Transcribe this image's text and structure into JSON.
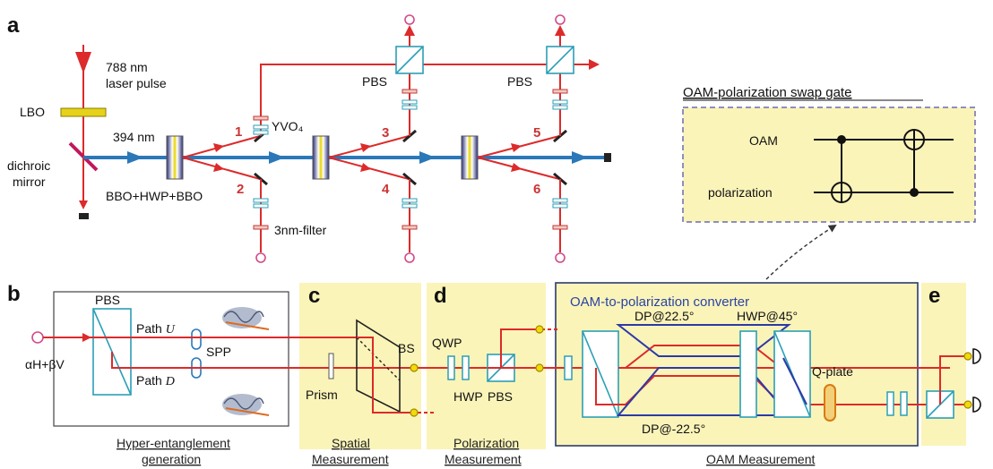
{
  "panels": {
    "a": "a",
    "b": "b",
    "c": "c",
    "d": "d",
    "e": "e"
  },
  "source": {
    "laser_line1": "788 nm",
    "laser_line2": "laser pulse",
    "lbo": "LBO",
    "wavelength_394": "394 nm",
    "dichroic_line1": "dichroic",
    "dichroic_line2": "mirror",
    "bbo_hwp_bbo": "BBO+HWP+BBO",
    "yvo4": "YVO₄",
    "filter": "3nm-filter",
    "pbs_1": "PBS",
    "pbs_2": "PBS",
    "paths": [
      "1",
      "2",
      "3",
      "4",
      "5",
      "6"
    ]
  },
  "swap_gate": {
    "title": "OAM-polarization swap gate",
    "oam": "OAM",
    "polarization": "polarization"
  },
  "hyper": {
    "input_state": "αH+βV",
    "pbs": "PBS",
    "path_u": "Path ",
    "path_u_var": "U",
    "path_d": "Path ",
    "path_d_var": "D",
    "spp": "SPP",
    "caption_line1": "Hyper-entanglement",
    "caption_line2": "generation"
  },
  "spatial": {
    "bs": "BS",
    "prism": "Prism",
    "caption_line1": "Spatial",
    "caption_line2": "Measurement"
  },
  "polarization_meas": {
    "qwp": "QWP",
    "hwp": "HWP",
    "pbs": "PBS",
    "caption_line1": "Polarization",
    "caption_line2": "Measurement"
  },
  "oam": {
    "converter_title": "OAM-to-polarization converter",
    "dp_pos": "DP@22.5°",
    "dp_neg": "DP@-22.5°",
    "hwp45": "HWP@45°",
    "qplate": "Q-plate",
    "caption": "OAM Measurement"
  },
  "colors": {
    "laser_red": "#dd2a2a",
    "pump_blue": "#2b78b8",
    "optic_cyan": "#2b9fb6",
    "panel_yellow": "#fbf4b9",
    "detector_yellow": "#f2d90a",
    "converter_blue": "#2a43a6"
  }
}
